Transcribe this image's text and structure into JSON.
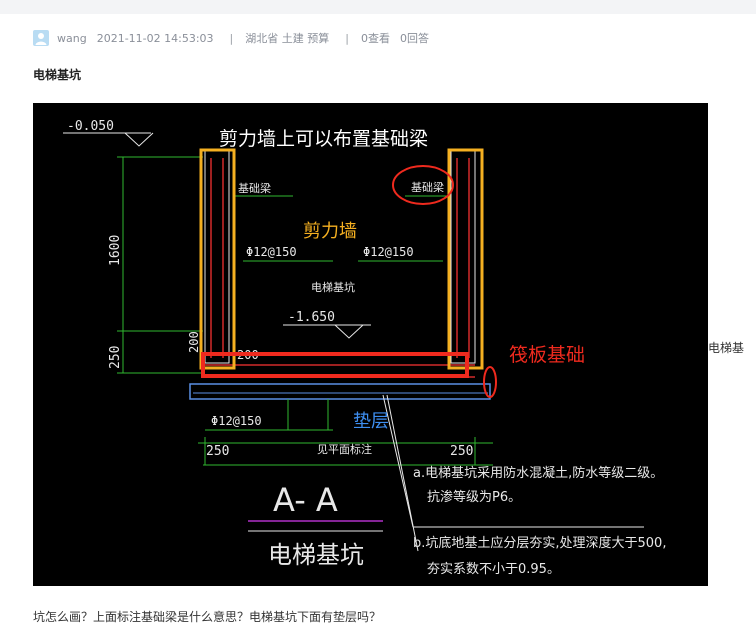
{
  "post": {
    "author": "wang",
    "datetime": "2021-11-02 14:53:03",
    "separator": "|",
    "tags": "湖北省 土建 预算",
    "views": "0查看",
    "answers": "0回答",
    "title": "电梯基坑",
    "image_alt_text": "电梯基",
    "question": "坑怎么画？上面标注基础梁是什么意思？电梯基坑下面有垫层吗？"
  },
  "drawing": {
    "elev_top": "-0.050",
    "elev_bottom": "-1.650",
    "dim_1600": "1600",
    "dim_250": "250",
    "dim_200_v": "200",
    "dim_200_h": "200",
    "beam_left": "基础梁",
    "beam_right": "基础梁",
    "rebar_left": "Φ12@150",
    "rebar_right": "Φ12@150",
    "rebar_bottom": "Φ12@150",
    "pit_label": "电梯基坑",
    "dim_left_250": "250",
    "dim_right_250": "250",
    "cushion_note": "见平面标注",
    "section_mark": "A- A",
    "section_name": "电梯基坑",
    "note_a1": "a.电梯基坑采用防水混凝土,防水等级二级。",
    "note_a2": "抗渗等级为P6。",
    "note_b1": "b.坑底地基土应分层夯实,处理深度大于500,",
    "note_b2": "夯实系数不小于0.95。",
    "ann_wall_beam": "剪力墙上可以布置基础梁",
    "ann_shear_wall": "剪力墙",
    "ann_raft": "筏板基础",
    "ann_cushion": "垫层",
    "colors": {
      "background": "#000000",
      "cad_white": "#e8e8e8",
      "cad_green": "#2fb82f",
      "cad_red": "#d22b2b",
      "cad_blue": "#5b8fe6",
      "cad_magenta": "#b030c8",
      "annot_orange": "#f5b021",
      "annot_red": "#ef2a1e",
      "annot_blue": "#3e8ef0"
    }
  }
}
